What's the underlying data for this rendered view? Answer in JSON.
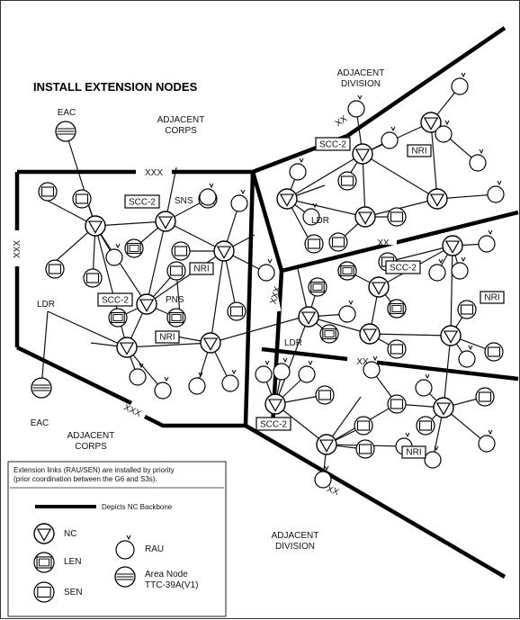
{
  "title": "INSTALL EXTENSION NODES",
  "labels": {
    "adjacent_corps_top": [
      "ADJACENT",
      "CORPS"
    ],
    "adjacent_corps_bottom": [
      "ADJACENT",
      "CORPS"
    ],
    "adjacent_division_top": [
      "ADJACENT",
      "DIVISION"
    ],
    "adjacent_division_bottom": [
      "ADJACENT",
      "DIVISION"
    ],
    "eac_top": "EAC",
    "eac_bottom": "EAC",
    "ldr_left": "LDR",
    "ldr_center": "LDR",
    "ldr_lower": "LDR",
    "sns": "SNS",
    "pns": "PNS",
    "xxx": "XXX",
    "xx": "XX"
  },
  "boxes": {
    "scc2": "SCC-2",
    "nri": "NRI"
  },
  "legend": {
    "note_line1": "Extension links (RAU/SEN) are installed by priority",
    "note_line2": "(prior coordination between the G6 and S3s).",
    "backbone": "Depicts NC Backbone",
    "nc": "NC",
    "len": "LEN",
    "sen": "SEN",
    "rau": "RAU",
    "area_node_1": "Area Node",
    "area_node_2": "TTC-39A(V1)"
  }
}
